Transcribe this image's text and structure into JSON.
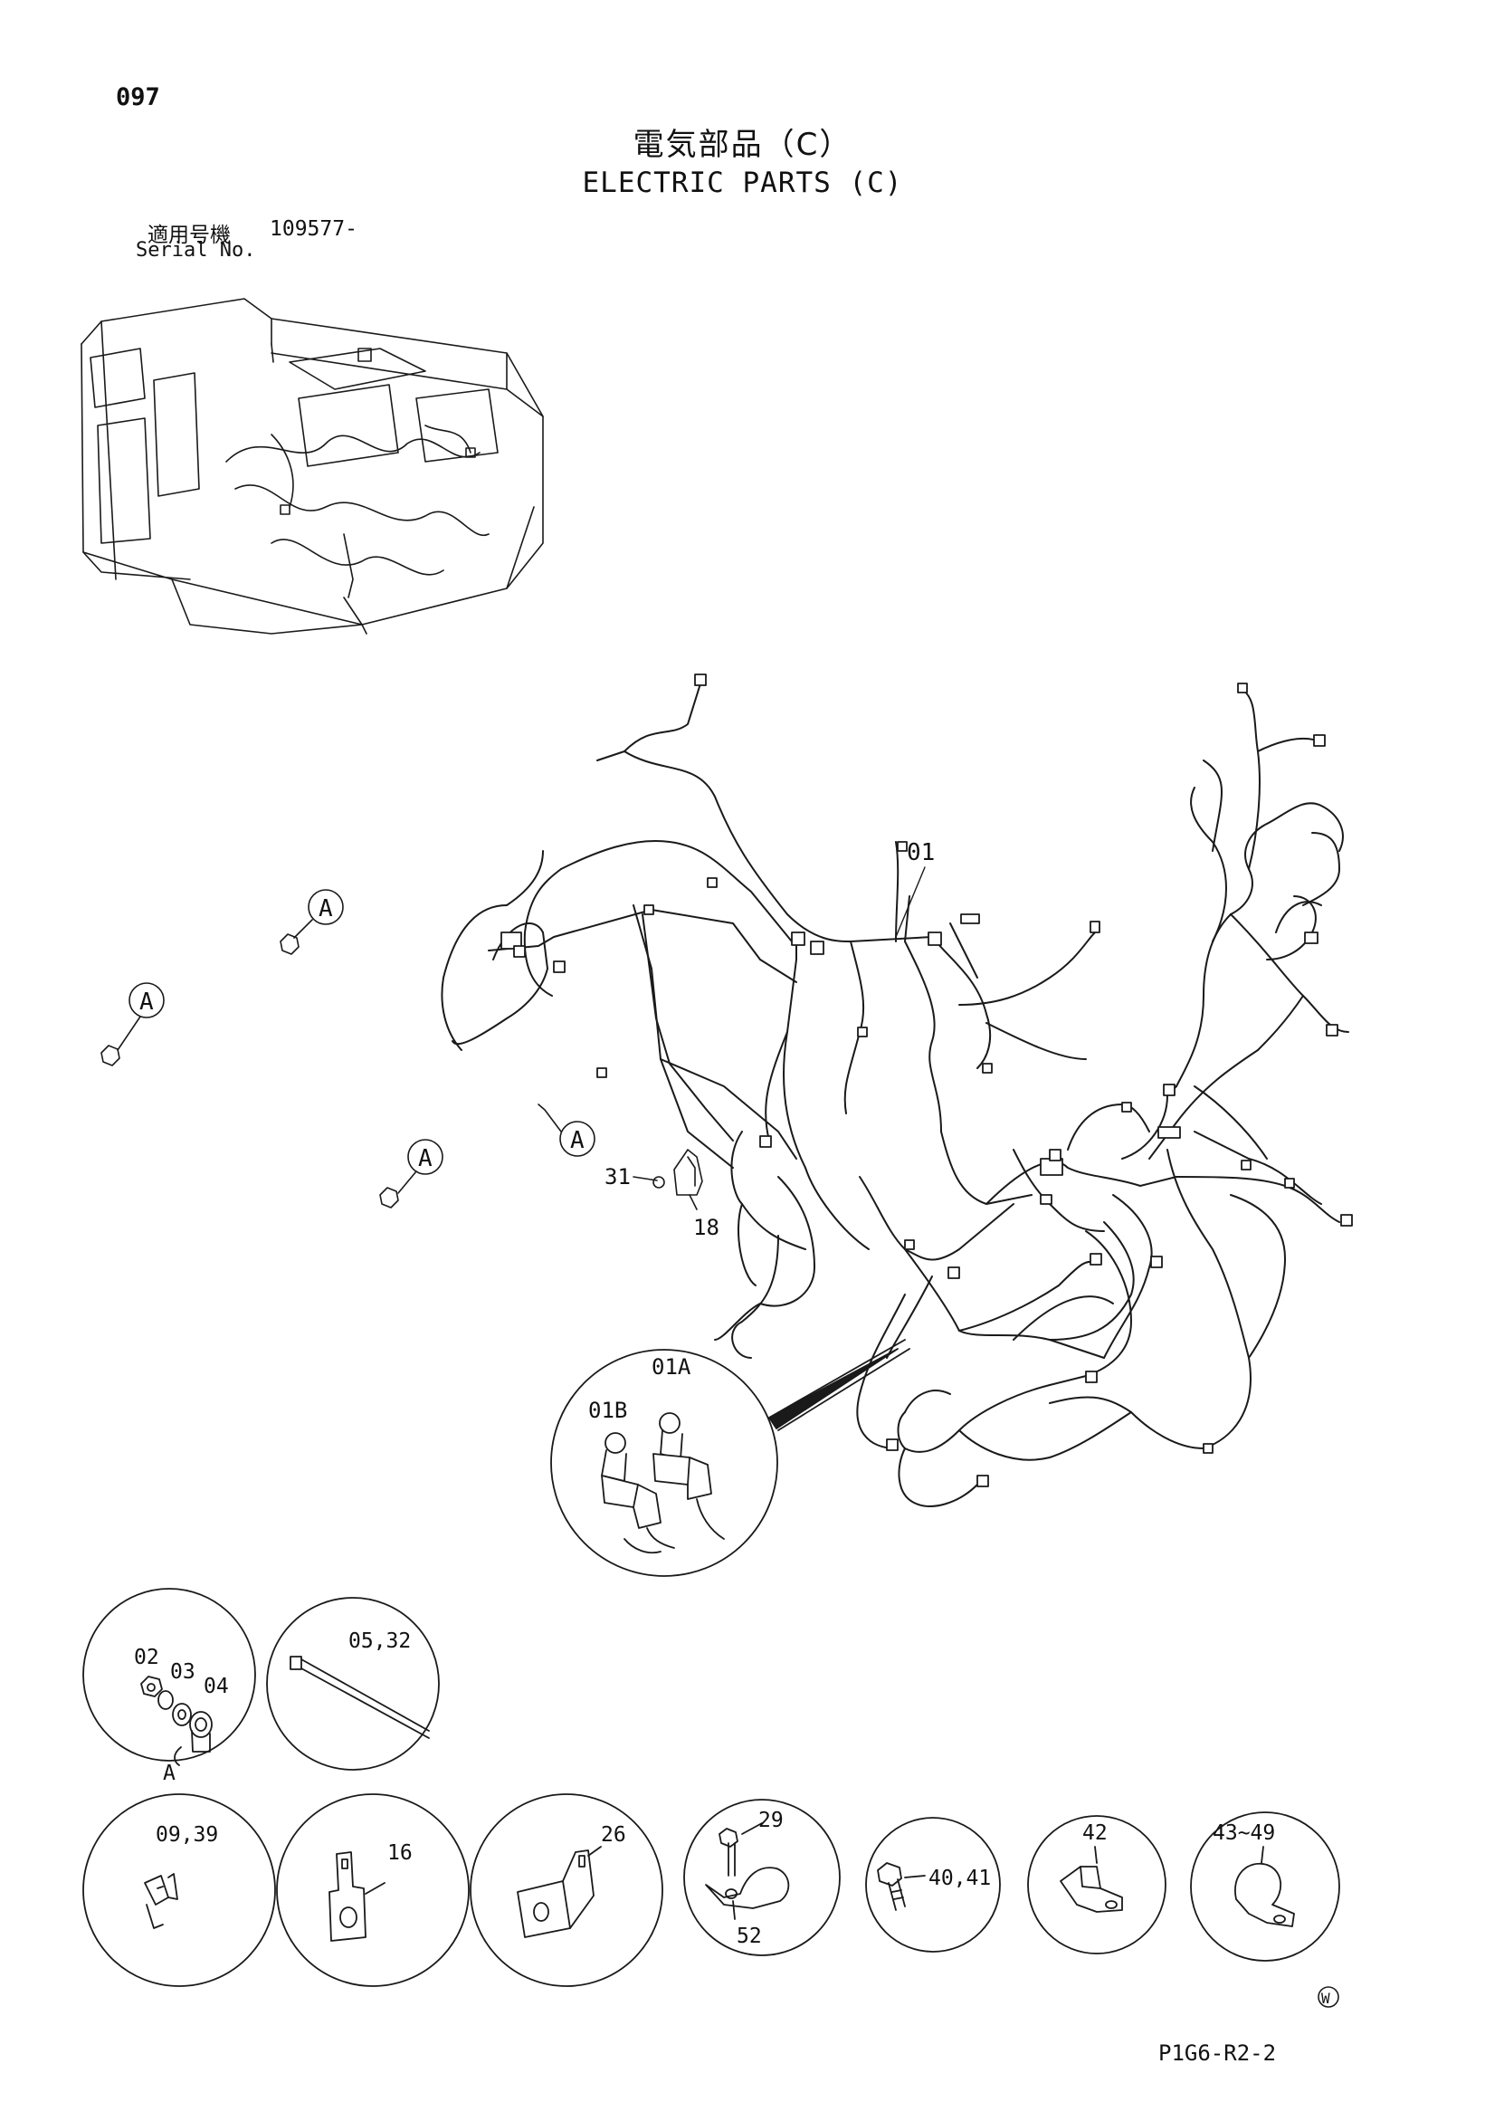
{
  "header": {
    "page_number": "097",
    "title_jp": "電気部品（C）",
    "title_en": "ELECTRIC PARTS (C)",
    "serial_label_jp": "適用号機",
    "serial_value": "109577-",
    "serial_label_en": "Serial No."
  },
  "callouts": {
    "ref_a": "A",
    "harness": "01",
    "harness_b": "01B",
    "harness_a": "01A",
    "bolt": "31",
    "bracket": "18"
  },
  "detail_labels": {
    "nut": "02",
    "washer": "03",
    "lock_washer": "04",
    "detail_a": "A",
    "cable_tie": "05,32",
    "clip": "09,39",
    "plate": "16",
    "bracket_26": "26",
    "bolt_29": "29",
    "clamp_52": "52",
    "bolt_40_41": "40,41",
    "clamp_42": "42",
    "clamp_range": "43~49",
    "stamp": "W"
  },
  "footer": {
    "drawing_code": "P1G6-R2-2"
  }
}
